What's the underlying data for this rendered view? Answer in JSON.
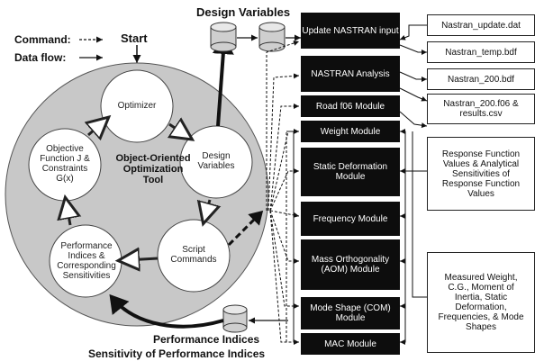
{
  "legend": {
    "command_label": "Command:",
    "dataflow_label": "Data flow:"
  },
  "titles": {
    "start": "Start",
    "design_variables_db": "Design Variables",
    "performance_indices": "Performance Indices",
    "sensitivity": "Sensitivity of Performance Indices"
  },
  "tool": {
    "label": "Object-Oriented Optimization Tool"
  },
  "cycle": {
    "optimizer": "Optimizer",
    "design_variables": "Design Variables",
    "script_commands": "Script Commands",
    "performance_indices": "Performance Indices & Corresponding Sensitivities",
    "objective": "Objective Function J & Constraints G(x)"
  },
  "modules": {
    "update": "Update NASTRAN input",
    "analysis": "NASTRAN Analysis",
    "road_f06": "Road f06 Module",
    "weight": "Weight Module",
    "static": "Static Deformation Module",
    "frequency": "Frequency Module",
    "mass_orth": "Mass Orthogonality (AOM) Module",
    "mode_shape": "Mode Shape (COM) Module",
    "mac": "MAC Module"
  },
  "files": {
    "update_dat": "Nastran_update.dat",
    "temp_bdf": "Nastran_temp.bdf",
    "bdf_200": "Nastran_200.bdf",
    "f06_csv": "Nastran_200.f06 & results.csv"
  },
  "notes": {
    "response": "Response Function Values & Analytical Sensitivities of Response Function Values",
    "measured": "Measured Weight, C.G., Moment of Inertia, Static Deformation, Frequencies, & Mode Shapes"
  }
}
